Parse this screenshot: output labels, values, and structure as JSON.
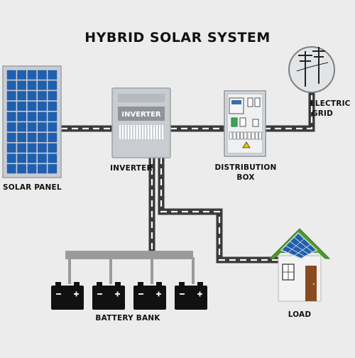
{
  "diagram": {
    "title": "HYBRID SOLAR SYSTEM",
    "nodes": {
      "solar_panel": {
        "label": "SOLAR PANEL"
      },
      "inverter": {
        "label": "INVERTER",
        "screen_text": "INVERTER"
      },
      "distribution_box": {
        "label_line1": "DISTRIBUTION",
        "label_line2": "BOX"
      },
      "electric_grid": {
        "label_line1": "ELECTRIC",
        "label_line2": "GRID"
      },
      "battery_bank": {
        "label": "BATTERY BANK",
        "battery_count": 4
      },
      "load": {
        "label": "LOAD"
      }
    },
    "connections": [
      {
        "from": "solar_panel",
        "to": "inverter"
      },
      {
        "from": "inverter",
        "to": "distribution_box"
      },
      {
        "from": "distribution_box",
        "to": "electric_grid"
      },
      {
        "from": "inverter",
        "to": "battery_bank"
      },
      {
        "from": "inverter",
        "to": "load"
      }
    ],
    "colors": {
      "background": "#ececec",
      "cable": "#3a3a3a",
      "cable_dash": "#ffffff",
      "panel_cell": "#1f5fae",
      "panel_frame": "#c8ccd2",
      "inverter_body": "#c9ccd0",
      "inverter_screen": "#8e949a",
      "roof_green": "#4f9a2e",
      "house_wall": "#f2f2f2",
      "door": "#8a4a22",
      "battery_body": "#111111",
      "battery_rail": "#9a9a9a"
    }
  }
}
